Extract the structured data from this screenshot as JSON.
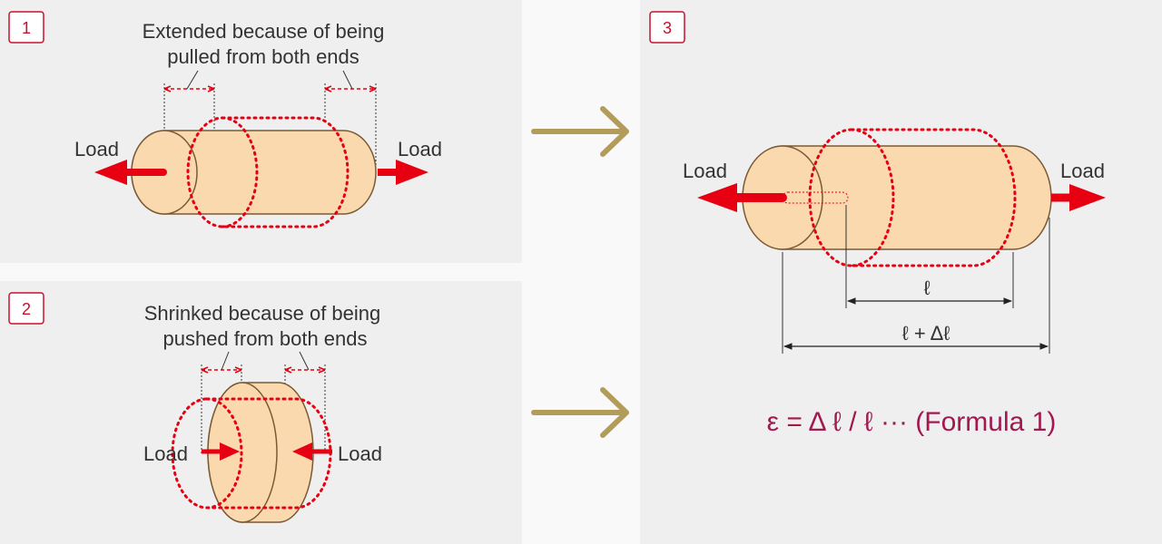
{
  "panel1": {
    "badge": "1",
    "caption_line1": "Extended because of being",
    "caption_line2": "pulled from both ends",
    "load_left": "Load",
    "load_right": "Load"
  },
  "panel2": {
    "badge": "2",
    "caption_line1": "Shrinked because of being",
    "caption_line2": "pushed from both ends",
    "load_left": "Load",
    "load_right": "Load"
  },
  "panel3": {
    "badge": "3",
    "load_left": "Load",
    "load_right": "Load",
    "dim_length": "ℓ",
    "dim_total": "ℓ + Δℓ",
    "formula": "ε = Δ ℓ / ℓ ··· (Formula 1)"
  },
  "colors": {
    "panel_bg": "#efefef",
    "page_bg": "#f9f9f9",
    "cylinder_fill": "#fbd9ae",
    "cylinder_stroke": "#7a5a35",
    "accent_red": "#e60012",
    "arrow_gold": "#b39b5a",
    "formula_color": "#a0194f"
  }
}
